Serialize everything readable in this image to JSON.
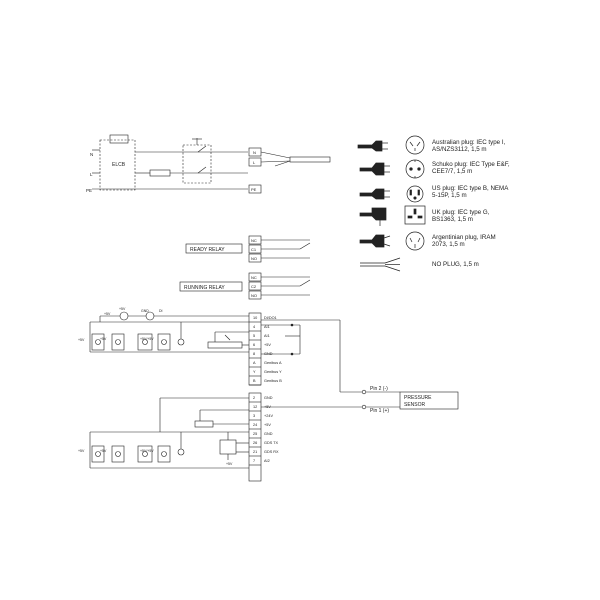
{
  "power": {
    "terminal_n": "N",
    "terminal_l": "L",
    "terminal_pe": "PE",
    "filter_label": "ELCB",
    "label_n": "N",
    "label_l": "L",
    "label_pe": "PE"
  },
  "relays": {
    "ready_label": "READY  RELAY",
    "running_label": "RUNNING  RELAY",
    "terminals": [
      "NC",
      "C1",
      "NO"
    ],
    "terminals2": [
      "NC",
      "C2",
      "NO"
    ]
  },
  "plugs": [
    {
      "line1": "Australian plug: IEC type I,",
      "line2": "AS/NZS3112, 1,5 m"
    },
    {
      "line1": "Schuko plug: IEC Type E&F,",
      "line2": "CEE7/7, 1,5 m"
    },
    {
      "line1": "US plug: IEC type B, NEMA",
      "line2": "5-15P, 1,5 m"
    },
    {
      "line1": "UK plug: IEC type G,",
      "line2": "BS1363, 1,5 m"
    },
    {
      "line1": "Argentinian plug, IRAM",
      "line2": "2073, 1,5 m"
    },
    {
      "line1": "NO PLUG, 1,5 m",
      "line2": ""
    }
  ],
  "block1": {
    "terminals": [
      "10",
      "4",
      "5",
      "6",
      "8",
      "A",
      "Y",
      "B"
    ],
    "labels": [
      "DI/DO1",
      "AI1",
      "AI1",
      "+5V",
      "GND",
      "Genibus A",
      "Genibus Y",
      "Genibus B"
    ],
    "src_labels": [
      "+5V",
      "GND",
      "DI"
    ],
    "input_labels": [
      "+5V",
      "+5V",
      "+5V/+5V"
    ]
  },
  "block2": {
    "terminals": [
      "2",
      "12",
      "3",
      "24",
      "25",
      "26",
      "21",
      "7"
    ],
    "labels": [
      "GND",
      "+5V",
      "+24V",
      "+5V",
      "GND",
      "GDS TX",
      "GDS RX",
      "AI2"
    ],
    "input_labels": [
      "+5V",
      "+5V",
      "+5V/+5V"
    ],
    "sub_label": "+5V"
  },
  "sensor": {
    "pin2": "Pin 2 (-)",
    "pin1": "Pin 1 (+)",
    "title1": "PRESSURE",
    "title2": "SENSOR"
  }
}
